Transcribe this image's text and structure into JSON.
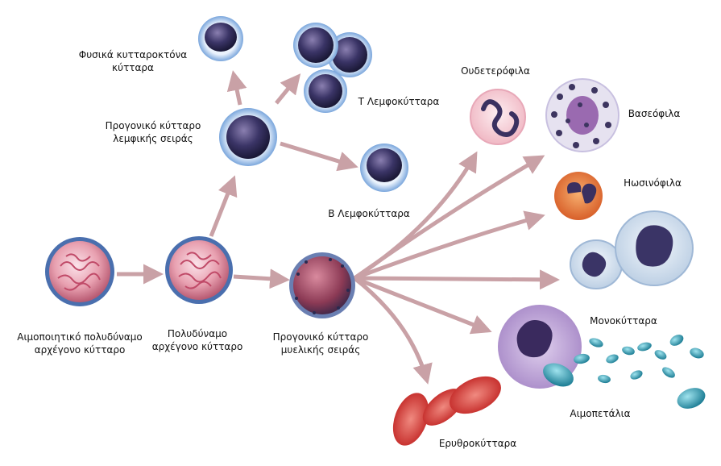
{
  "labels": {
    "hsc": [
      "Αιμοποιητικό πολυδύναμο",
      "αρχέγονο κύτταρο"
    ],
    "mpp": [
      "Πολυδύναμο",
      "αρχέγονο κύτταρο"
    ],
    "lymphoid": [
      "Προγονικό κύτταρο",
      "λεμφικής σειράς"
    ],
    "myeloid": [
      "Προγονικό κύτταρο",
      "μυελικής σειράς"
    ],
    "nk": [
      "Φυσικά κυτταροκτόνα",
      "κύτταρα"
    ],
    "tcell": "Τ Λεμφοκύτταρα",
    "bcell": "Β Λεμφοκύτταρα",
    "neutrophil": "Ουδετερόφιλα",
    "basophil": "Βασεόφιλα",
    "eosinophil": "Ηωσινόφιλα",
    "monocyte": "Μονοκύτταρα",
    "platelet": "Αιμοπετάλια",
    "erythrocyte": "Ερυθροκύτταρα"
  },
  "colors": {
    "arrow": "#c9a1a6",
    "stem_cell": "#e8a0b0",
    "stem_membrane": "#5b7fbf",
    "lymphocyte_nucleus": "#2e2a52",
    "lymphocyte_membrane": "#7aa6dc",
    "neutrophil_cytoplasm": "#f7d6dc",
    "basophil_granule": "#3d3560",
    "eosinophil_cytoplasm": "#e07a3c",
    "monocyte_cytoplasm": "#d8e4f2",
    "platelet": "#2fa0b8",
    "erythrocyte": "#e0443c"
  }
}
